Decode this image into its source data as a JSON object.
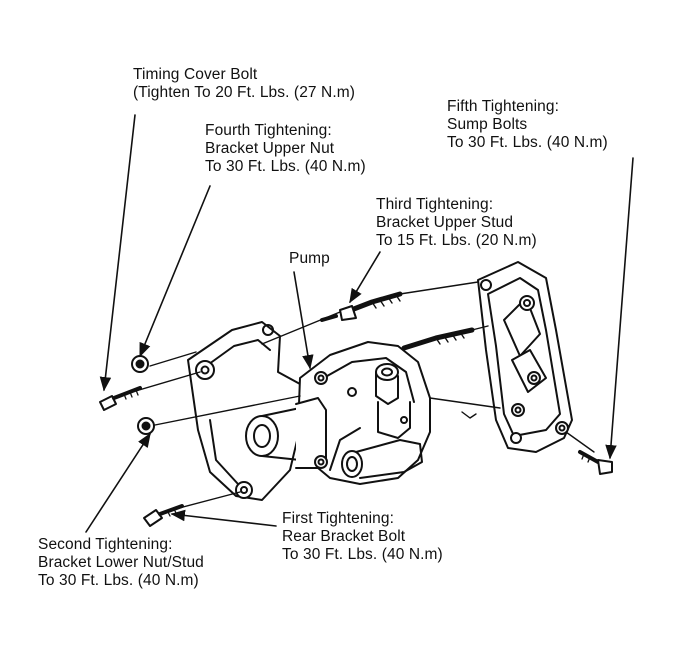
{
  "labels": {
    "timing_cover": {
      "line1": "Timing Cover Bolt",
      "line2": "(Tighten To 20 Ft. Lbs. (27 N.m)"
    },
    "fourth": {
      "line1": "Fourth Tightening:",
      "line2": "Bracket Upper Nut",
      "line3": "To 30 Ft. Lbs. (40 N.m)"
    },
    "fifth": {
      "line1": "Fifth Tightening:",
      "line2": "Sump Bolts",
      "line3": "To 30 Ft. Lbs. (40 N.m)"
    },
    "third": {
      "line1": "Third Tightening:",
      "line2": "Bracket Upper Stud",
      "line3": "To 15 Ft. Lbs. (20 N.m)"
    },
    "pump": {
      "line1": "Pump"
    },
    "first": {
      "line1": "First Tightening:",
      "line2": "Rear Bracket Bolt",
      "line3": "To 30 Ft. Lbs. (40 N.m)"
    },
    "second": {
      "line1": "Second Tightening:",
      "line2": "Bracket Lower Nut/Stud",
      "line3": "To 30 Ft. Lbs. (40 N.m)"
    }
  },
  "colors": {
    "ink": "#111111",
    "paper": "#ffffff"
  }
}
